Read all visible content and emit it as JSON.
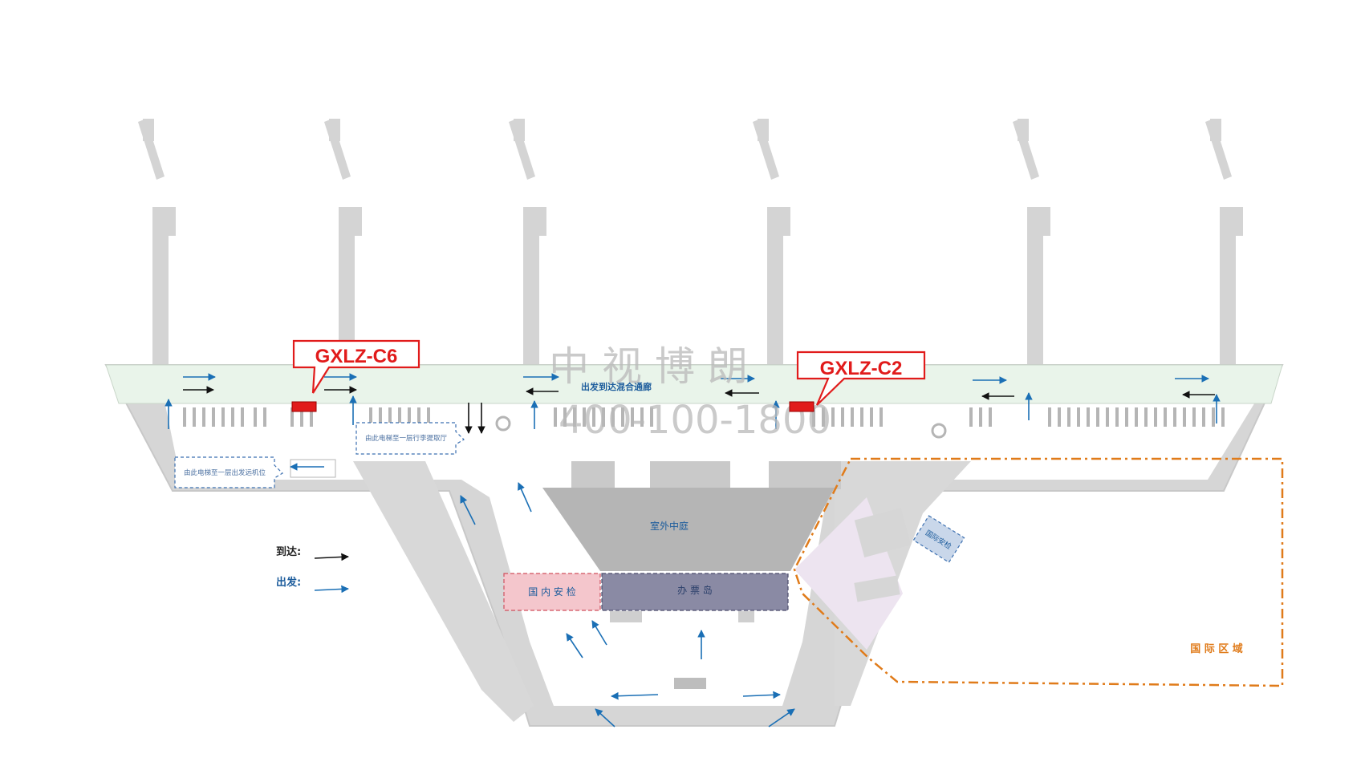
{
  "corridor_label": "出发到达混合通廊",
  "courtyard_label": "室外中庭",
  "domestic_security_label": "国 内 安 检",
  "ticket_island_label": "办 票 岛",
  "international_security_label": "国际安检",
  "international_area_label": "国 际 区 域",
  "elevator_note_1": "由此电梯至一层出发远机位",
  "elevator_note_2": "由此电梯至一层行李提取厅",
  "ad_spots": [
    {
      "id": "GXLZ-C6"
    },
    {
      "id": "GXLZ-C2"
    }
  ],
  "legend": {
    "arrival_label": "到达:",
    "departure_label": "出发:",
    "arrival_color": "#111111",
    "departure_color": "#1a6fb5"
  },
  "watermark": {
    "line1": "中 视 博 朗",
    "line2": "400-100-1800"
  },
  "colors": {
    "corridor": "#e9f4ea",
    "building": "#d6d6d6",
    "domestic_security": "#f4c6cc",
    "ticket_island": "#8a8aa4",
    "international_zone": "#ede4f0",
    "accent_red": "#e11b1b",
    "orange_boundary": "#e07b1a"
  }
}
